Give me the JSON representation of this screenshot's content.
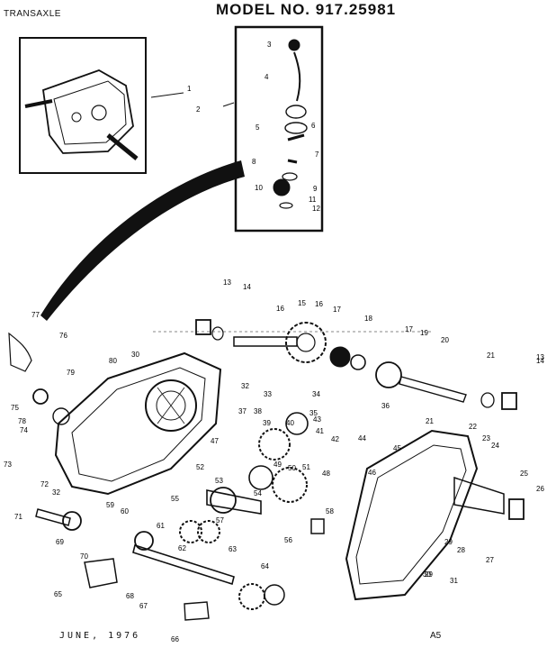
{
  "header": {
    "section": "TRANSAXLE",
    "model": "MODEL NO. 917.25981"
  },
  "footer": {
    "date": "JUNE, 1976",
    "code": "A5"
  },
  "callouts": [
    "1",
    "2",
    "3",
    "4",
    "5",
    "6",
    "7",
    "8",
    "9",
    "10",
    "11",
    "12",
    "13",
    "14",
    "15",
    "16",
    "16",
    "17",
    "17",
    "18",
    "19",
    "20",
    "21",
    "21",
    "14",
    "13",
    "22",
    "23",
    "24",
    "25",
    "26",
    "27",
    "28",
    "29",
    "30",
    "31",
    "32",
    "32",
    "33",
    "34",
    "35",
    "36",
    "37",
    "38",
    "39",
    "40",
    "41",
    "42",
    "43",
    "44",
    "45",
    "46",
    "47",
    "48",
    "49",
    "50",
    "51",
    "52",
    "53",
    "54",
    "55",
    "56",
    "57",
    "58",
    "59",
    "60",
    "61",
    "62",
    "63",
    "64",
    "65",
    "66",
    "67",
    "68",
    "69",
    "70",
    "71",
    "72",
    "73",
    "74",
    "75",
    "76",
    "77",
    "78",
    "79",
    "80",
    "30",
    "29"
  ],
  "colors": {
    "ink": "#111111",
    "paper": "#ffffff"
  }
}
